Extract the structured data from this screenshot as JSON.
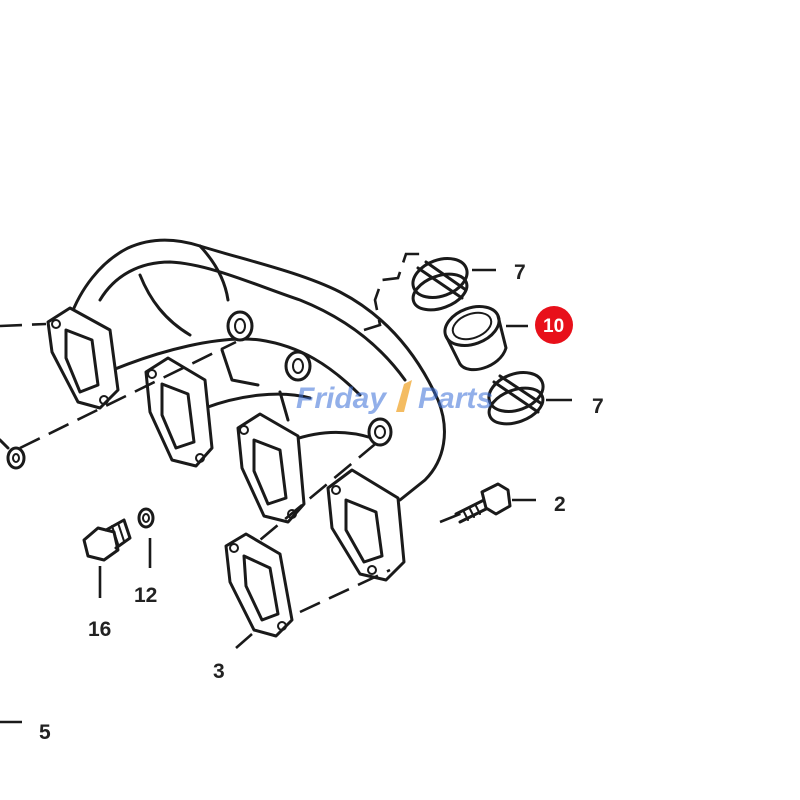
{
  "diagram": {
    "callouts": [
      {
        "id": "c7a",
        "label": "7"
      },
      {
        "id": "c10",
        "label": "10",
        "highlight": true
      },
      {
        "id": "c7b",
        "label": "7"
      },
      {
        "id": "c2",
        "label": "2"
      },
      {
        "id": "c12",
        "label": "12"
      },
      {
        "id": "c16",
        "label": "16"
      },
      {
        "id": "c3",
        "label": "3"
      },
      {
        "id": "c5",
        "label": "5"
      }
    ],
    "watermark": {
      "part1": "Friday",
      "part2": "Parts"
    },
    "colors": {
      "line": "#1a1a1a",
      "highlight": "#e8101a",
      "watermark_blue": "#3a6fd8",
      "watermark_orange": "#f0a020"
    }
  }
}
